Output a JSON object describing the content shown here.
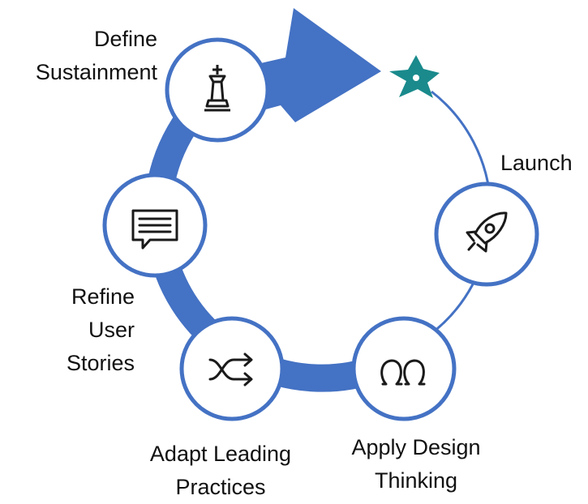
{
  "steps": [
    {
      "id": "define-sustainment",
      "label_lines": [
        "Define",
        "Sustainment"
      ],
      "icon": "chess-king-icon"
    },
    {
      "id": "launch",
      "label_lines": [
        "Launch"
      ],
      "icon": "rocket-icon"
    },
    {
      "id": "apply-design-thinking",
      "label_lines": [
        "Apply Design",
        "Thinking"
      ],
      "icon": "brain-icon"
    },
    {
      "id": "adapt-leading-practices",
      "label_lines": [
        "Adapt Leading",
        "Practices"
      ],
      "icon": "shuffle-icon"
    },
    {
      "id": "refine-user-stories",
      "label_lines": [
        "Refine",
        "User",
        "Stories"
      ],
      "icon": "speech-bubble-icon"
    }
  ],
  "goal_marker": {
    "icon": "star-icon",
    "color": "#1a8a8c"
  },
  "colors": {
    "cycle_blue": "#4472c4",
    "node_border": "#4472c4",
    "node_fill": "#ffffff",
    "icon_stroke": "#1a1a1a",
    "text": "#111111"
  }
}
